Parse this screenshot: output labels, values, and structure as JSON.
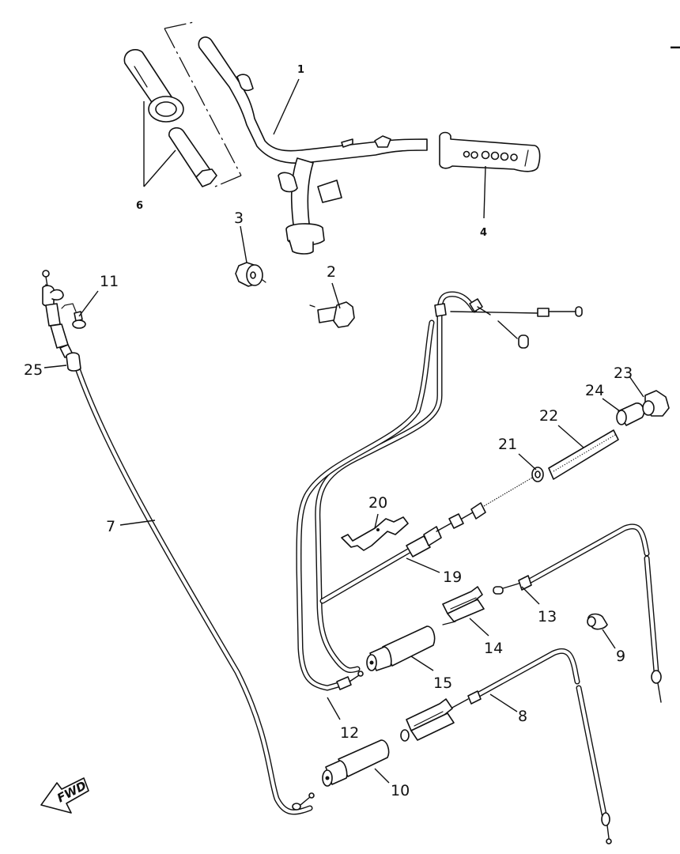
{
  "diagram": {
    "type": "exploded-parts-diagram",
    "subject": "Handlebar and cable assembly",
    "direction_indicator": "FWD",
    "callouts": [
      {
        "id": "1",
        "part": "handlebar"
      },
      {
        "id": "2",
        "part": "bolt"
      },
      {
        "id": "3",
        "part": "nut"
      },
      {
        "id": "4",
        "part": "right-grip"
      },
      {
        "id": "6",
        "part": "grip-set"
      },
      {
        "id": "7",
        "part": "cable-7"
      },
      {
        "id": "8",
        "part": "cable-8"
      },
      {
        "id": "9",
        "part": "cable-clip"
      },
      {
        "id": "10",
        "part": "cable-boot-10"
      },
      {
        "id": "11",
        "part": "screw"
      },
      {
        "id": "12",
        "part": "cable-12"
      },
      {
        "id": "13",
        "part": "cable-13"
      },
      {
        "id": "14",
        "part": "cable-joint-14"
      },
      {
        "id": "15",
        "part": "cable-boot-15"
      },
      {
        "id": "19",
        "part": "cable-19"
      },
      {
        "id": "20",
        "part": "bracket"
      },
      {
        "id": "21",
        "part": "nut-21"
      },
      {
        "id": "22",
        "part": "spring"
      },
      {
        "id": "23",
        "part": "adjuster-nut"
      },
      {
        "id": "24",
        "part": "collar"
      },
      {
        "id": "25",
        "part": "cable-25"
      }
    ]
  }
}
